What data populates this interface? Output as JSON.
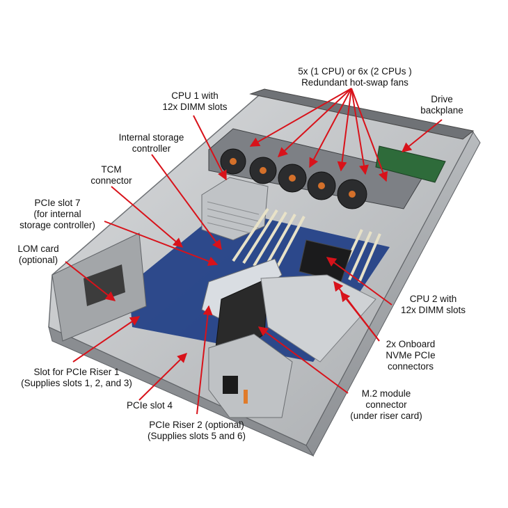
{
  "labels": {
    "fans": "5x (1 CPU) or 6x (2 CPUs )\nRedundant hot-swap fans",
    "drive_backplane": "Drive\nbackplane",
    "cpu1": "CPU 1 with\n12x DIMM slots",
    "internal_storage": "Internal storage\ncontroller",
    "tcm": "TCM\nconnector",
    "pcie_slot7": "PCIe slot 7\n(for internal\nstorage controller)",
    "lom": "LOM card\n(optional)",
    "cpu2": "CPU 2 with\n12x DIMM slots",
    "nvme": "2x Onboard\nNVMe PCIe\nconnectors",
    "riser1": "Slot for PCIe Riser 1\n(Supplies slots 1, 2, and 3)",
    "pcie_slot4": "PCIe slot 4",
    "m2": "M.2 module\nconnector\n(under riser card)",
    "riser2": "PCIe Riser 2 (optional)\n(Supplies slots 5 and 6)"
  },
  "colors": {
    "arrow": "#d8121a",
    "chassis": "#c9cbcd",
    "board": "#1f3e86",
    "dark": "#2a2a2a"
  }
}
